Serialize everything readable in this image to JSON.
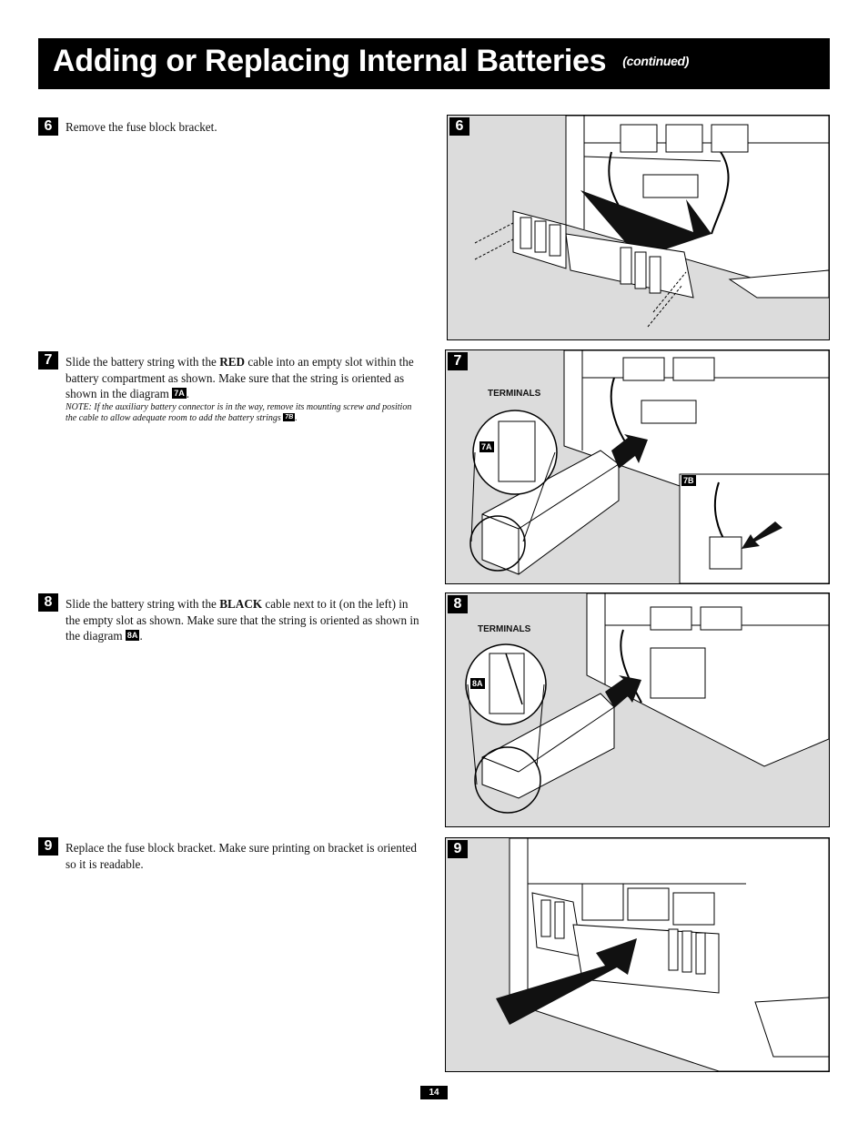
{
  "header": {
    "title": "Adding or Replacing Internal Batteries",
    "continued": "(continued)"
  },
  "steps": [
    {
      "number": "6",
      "text": "Remove the fuse block bracket."
    },
    {
      "number": "7",
      "text_before": "Slide the battery string with the ",
      "emphasis": "RED",
      "text_after": " cable into an empty slot within the battery compartment as shown. Make sure that the string is oriented as shown in the diagram ",
      "tag": "7A",
      "end": ".",
      "note": "NOTE: If the auxiliary battery connector is in the way, remove its mounting screw and position the cable to allow adequate room to add the battery strings ",
      "note_tag": "7B",
      "note_end": "."
    },
    {
      "number": "8",
      "text_before": "Slide the battery string with the ",
      "emphasis": "BLACK",
      "text_after": " cable next to it (on the left) in the empty slot as shown. Make sure that the string is oriented as shown in the diagram ",
      "tag": "8A",
      "end": "."
    },
    {
      "number": "9",
      "text": "Replace the fuse block bracket. Make sure printing on bracket is oriented so it is readable."
    }
  ],
  "figures": {
    "fig6": {
      "number": "6"
    },
    "fig7": {
      "number": "7",
      "terminals": "TERMINALS",
      "tag_a": "7A",
      "tag_b": "7B"
    },
    "fig8": {
      "number": "8",
      "terminals": "TERMINALS",
      "tag_a": "8A"
    },
    "fig9": {
      "number": "9"
    }
  },
  "page_number": "14"
}
